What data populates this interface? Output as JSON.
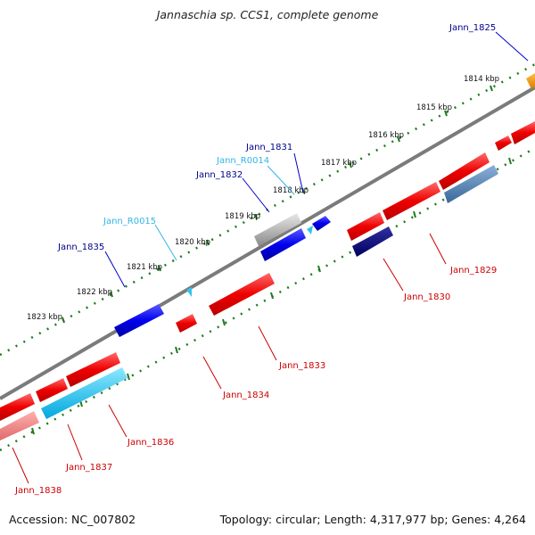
{
  "title": "Jannaschia sp. CCS1, complete genome",
  "footer": {
    "accession": "Accession: NC_007802",
    "summary": "Topology: circular; Length: 4,317,977 bp; Genes: 4,264"
  },
  "colors": {
    "backbone": "#7a7a7a",
    "ticks": "#1f7a1f",
    "blue_label": "#00008b",
    "red_label": "#cc0000",
    "cyan_label": "#33b5e5",
    "callout_blue": "#0000cc",
    "callout_red": "#cc0000",
    "callout_cyan": "#33b5e5"
  },
  "ruler_labels": [
    "1814 kbp",
    "1815 kbp",
    "1816 kbp",
    "1817 kbp",
    "1818 kbp",
    "1819 kbp",
    "1820 kbp",
    "1821 kbp",
    "1822 kbp",
    "1823 kbp"
  ],
  "gene_labels": {
    "jann_1825": "Jann_1825",
    "jann_1831": "Jann_1831",
    "jann_r0014": "Jann_R0014",
    "jann_1832": "Jann_1832",
    "jann_r0015": "Jann_R0015",
    "jann_1835": "Jann_1835",
    "jann_1829": "Jann_1829",
    "jann_1830": "Jann_1830",
    "jann_1833": "Jann_1833",
    "jann_1834": "Jann_1834",
    "jann_1836": "Jann_1836",
    "jann_1837": "Jann_1837",
    "jann_1838": "Jann_1838"
  }
}
